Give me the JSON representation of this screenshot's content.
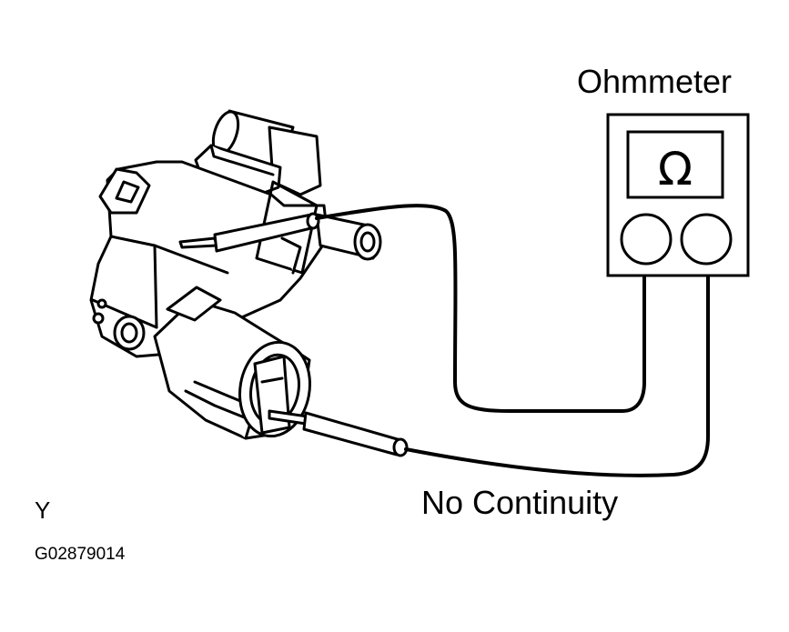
{
  "meter": {
    "title": "Ohmmeter",
    "symbol": "Ω"
  },
  "result": {
    "label": "No Continuity"
  },
  "view_marker": "Y",
  "figure_id": "G02879014"
}
